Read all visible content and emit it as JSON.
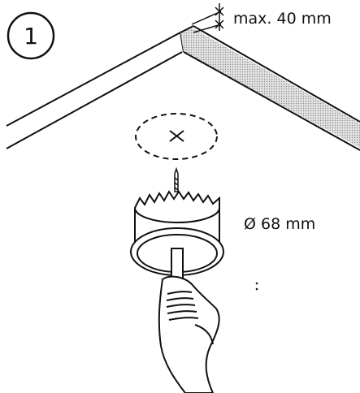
{
  "step": {
    "number": "1"
  },
  "annotations": {
    "thickness_label": "max. 40 mm",
    "diameter_label": "Ø 68 mm"
  },
  "icons": {
    "center_mark": "x-mark-icon",
    "hole_saw": "hole-saw-icon",
    "drill": "drill-icon"
  },
  "colors": {
    "ink": "#111111",
    "panel_edge_fill": "#d4d4d4",
    "background": "#ffffff"
  }
}
